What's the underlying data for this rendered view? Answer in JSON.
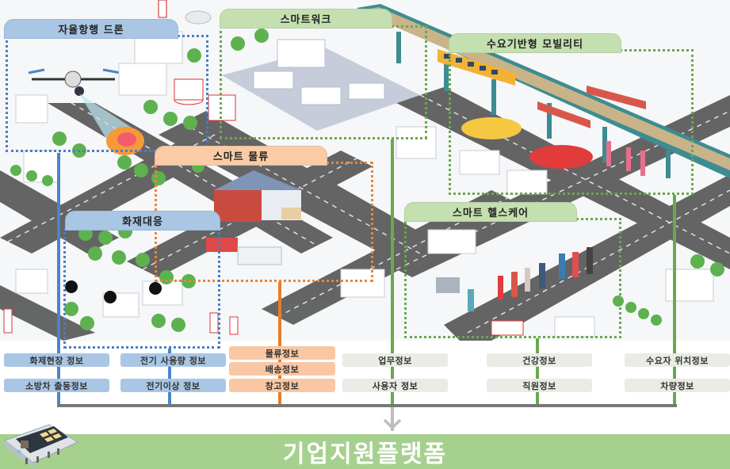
{
  "diagram": {
    "title": "기업지원플랫폼",
    "colors": {
      "blue": "#4a86c8",
      "blue_label": "#a9c6e4",
      "green": "#6aa84f",
      "green_label": "#c5e0b0",
      "orange": "#e67c2e",
      "orange_label": "#f9cba6",
      "platform": "#a6d08e",
      "bus_line": "#777777"
    },
    "sections": [
      {
        "id": "drone",
        "label": "자율항행 드론",
        "color": "blue",
        "info": [
          "전기 사용량 정보",
          "전기이상 정보"
        ]
      },
      {
        "id": "smart_work",
        "label": "스마트워크",
        "color": "green",
        "info": [
          "업무정보",
          "사용자 정보"
        ]
      },
      {
        "id": "mobility",
        "label": "수요기반형 모빌리티",
        "color": "green",
        "info": [
          "수요자 위치정보",
          "차량정보"
        ]
      },
      {
        "id": "logistics",
        "label": "스마트 물류",
        "color": "orange",
        "info": [
          "물류정보",
          "배송정보",
          "창고정보"
        ]
      },
      {
        "id": "fire",
        "label": "화재대응",
        "color": "blue",
        "info": [
          "화제현장 정보",
          "소방차 출동정보"
        ]
      },
      {
        "id": "healthcare",
        "label": "스마트 헬스케어",
        "color": "green",
        "info": [
          "건강정보",
          "직원정보"
        ]
      }
    ],
    "icons": {
      "device": "kiosk-device-icon",
      "arrow": "arrow-down-icon"
    }
  }
}
